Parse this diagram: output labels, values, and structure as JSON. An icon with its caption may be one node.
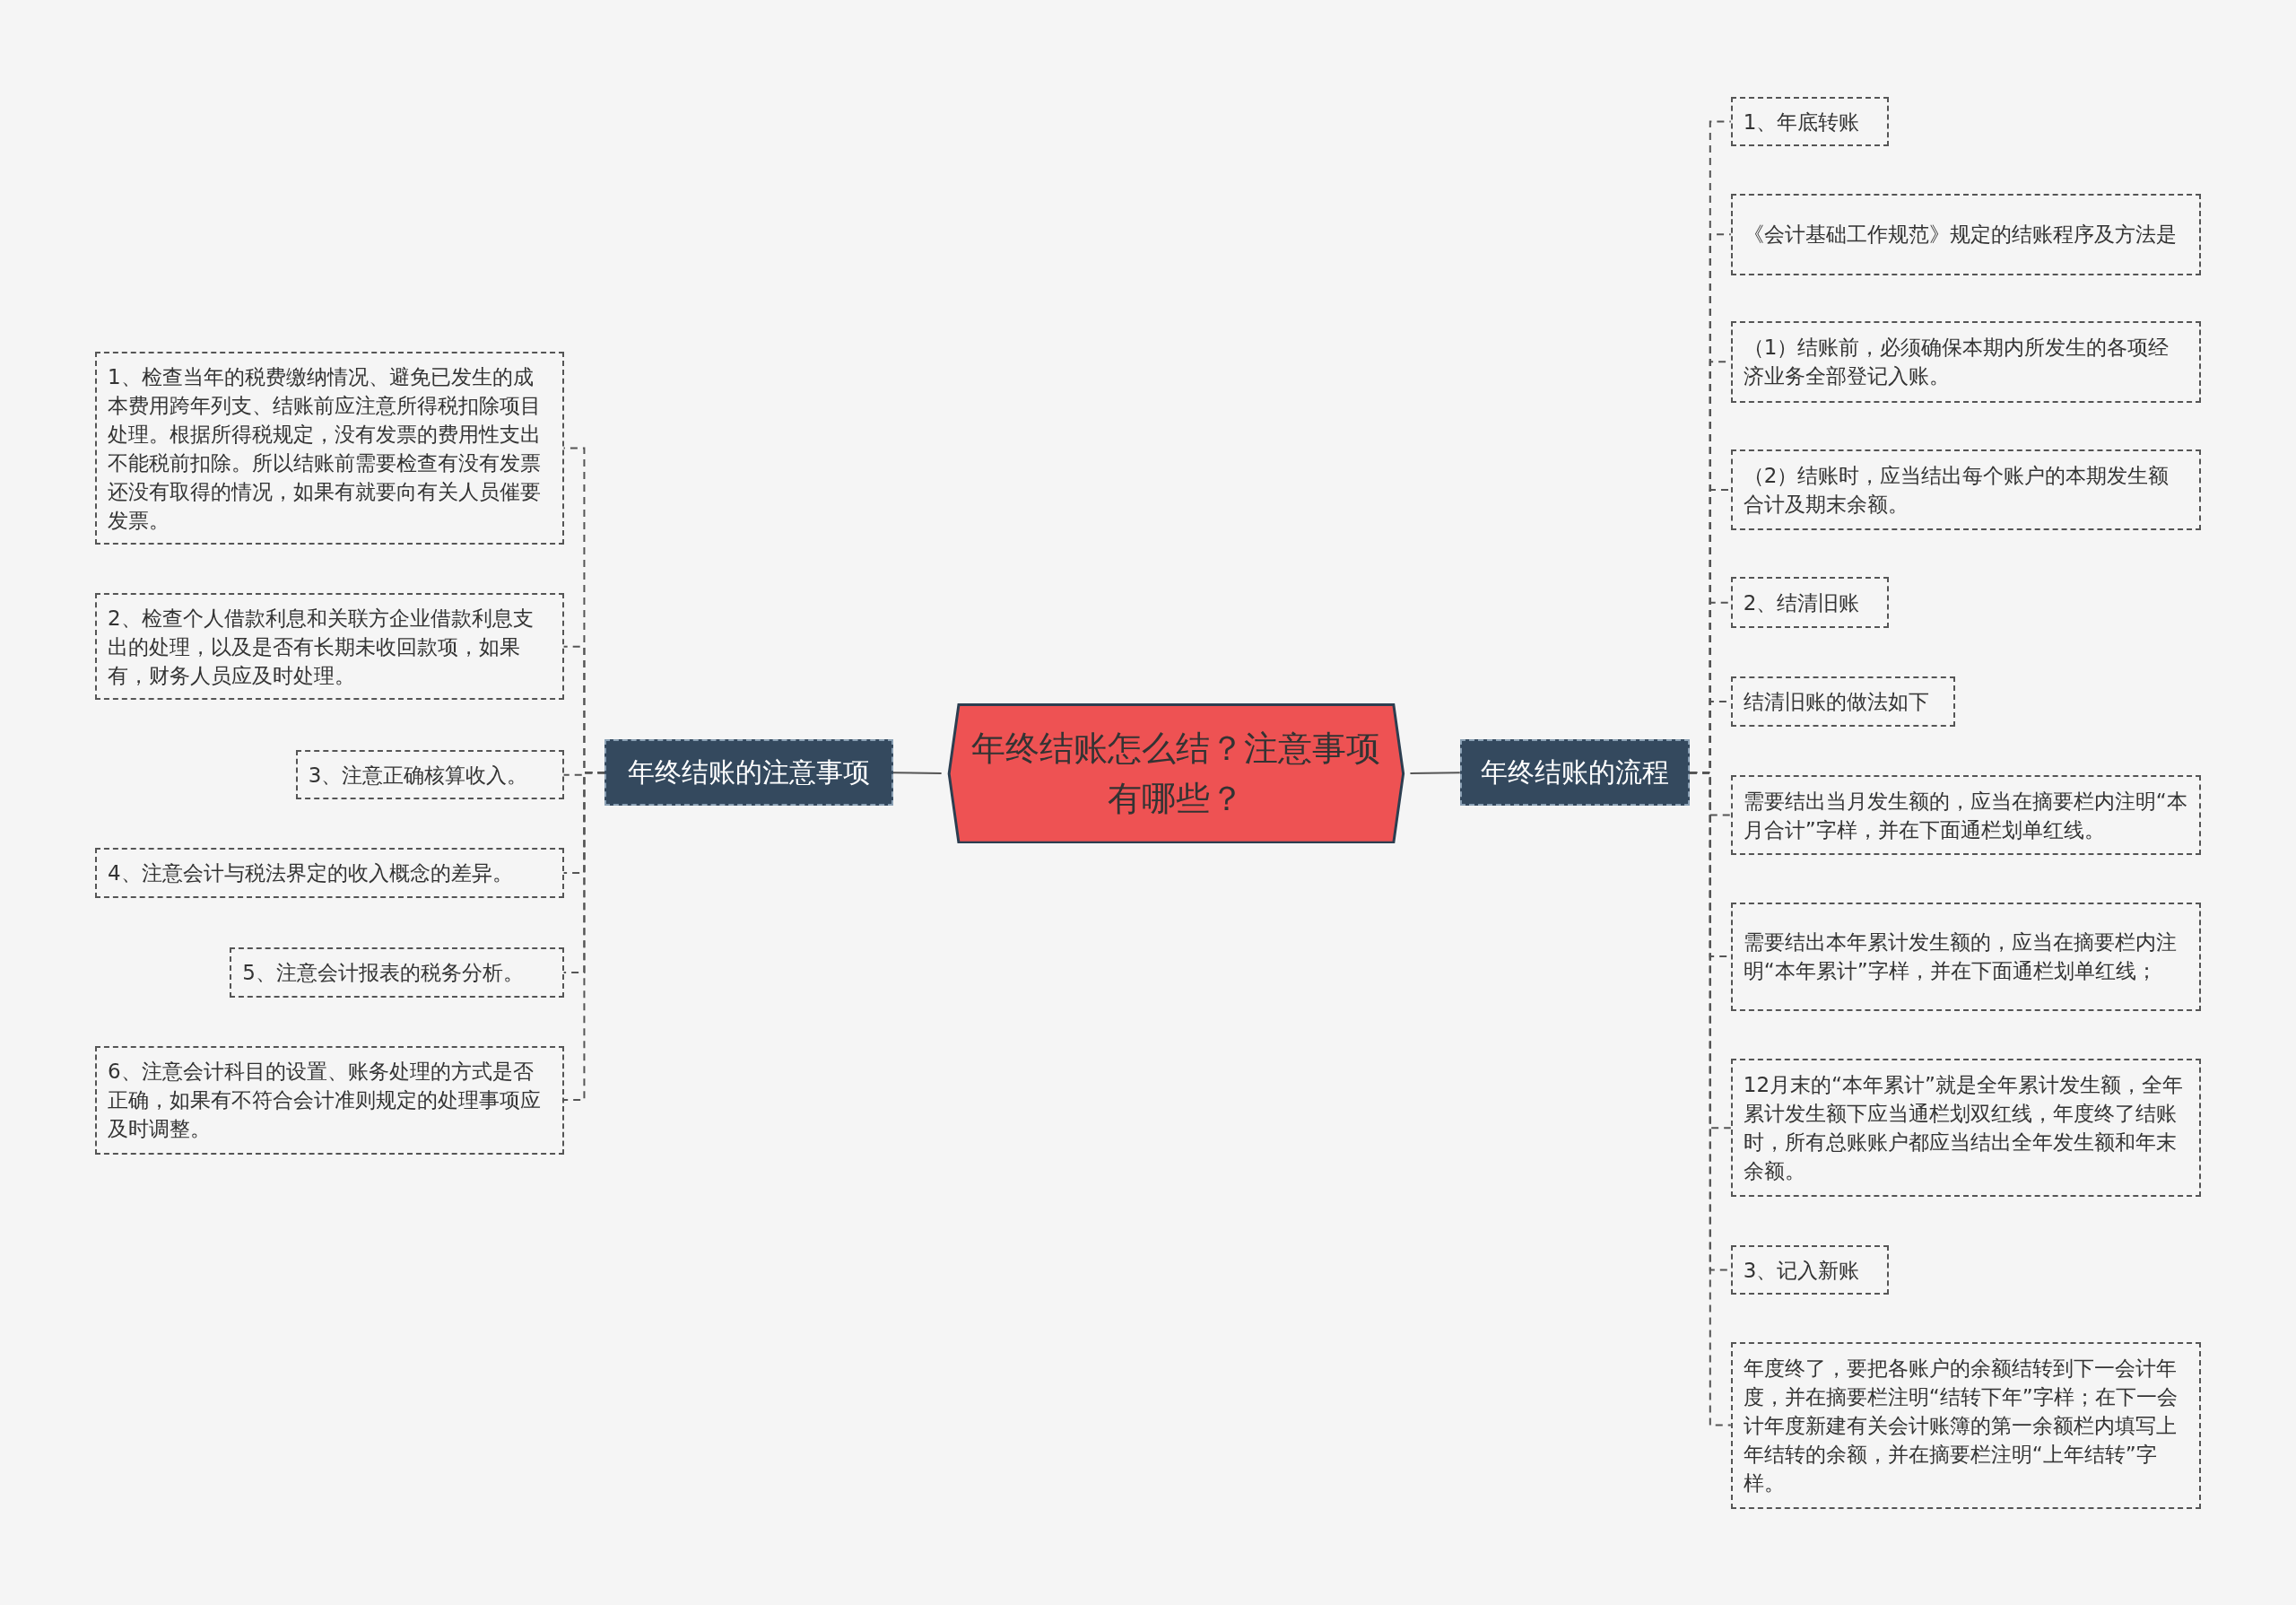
{
  "diagram": {
    "nodes": [
      {
        "text": [
          "年终结账怎么结？注意事项有哪些？"
        ]
      },
      {
        "text": [
          "年终结账的注意事项"
        ]
      },
      {
        "text": [
          "1、检查当年的税费缴纳情况、避免已发生的成本费用跨年列支、结账前应注意所得税扣除项目处理。根据所得税规定，没有发票的费用性支出不能税前扣除。所以结账前需要检查有没有发票还没有取得的情况，如果有就要向有关人员催要发票。"
        ]
      },
      {
        "text": [
          "2、检查个人借款利息和关联方企业借款利息支出的处理，以及是否有长期未收回款项，如果有，财务人员应及时处理。"
        ]
      },
      {
        "text": [
          "3、注意正确核算收入。"
        ]
      },
      {
        "text": [
          "4、注意会计与税法界定的收入概念的差异。"
        ]
      },
      {
        "text": [
          "5、注意会计报表的税务分析。"
        ]
      },
      {
        "text": [
          "6、注意会计科目的设置、账务处理的方式是否正确，如果有不符合会计准则规定的处理事项应及时调整。"
        ]
      },
      {
        "text": [
          "年终结账的流程"
        ]
      },
      {
        "text": [
          "1、年底转账"
        ]
      },
      {
        "text": [
          "《会计基础工作规范》规定的结账程序及方法是"
        ]
      },
      {
        "text": [
          "（1）结账前，必须确保本期内所发生的各项经济业务全部登记入账。"
        ]
      },
      {
        "text": [
          "（2）结账时，应当结出每个账户的本期发生额合计及期末余额。"
        ]
      },
      {
        "text": [
          "2、结清旧账"
        ]
      },
      {
        "text": [
          "结清旧账的做法如下"
        ]
      },
      {
        "text": [
          "需要结出当月发生额的，应当在摘要栏内注明“本月合计”字样，并在下面通栏划单红线。"
        ]
      },
      {
        "text": [
          "需要结出本年累计发生额的，应当在摘要栏内注明“本年累计”字样，并在下面通栏划单红线；"
        ]
      },
      {
        "text": [
          "12月末的“本年累计”就是全年累计发生额，全年累计发生额下应当通栏划双红线，年度终了结账时，所有总账账户都应当结出全年发生额和年末余额。"
        ]
      },
      {
        "text": [
          "3、记入新账"
        ]
      },
      {
        "text": [
          "年度终了，要把各账户的余额结转到下一会计年度，并在摘要栏注明“结转下年”字样；在下一会计年度新建有关会计账簿的第一余额栏内填写上年结转的余额，并在摘要栏注明“上年结转”字样。"
        ]
      }
    ],
    "edges": [
      {
        "from": 0,
        "to": 1,
        "arrow": "none"
      },
      {
        "from": 0,
        "to": 8,
        "arrow": "none"
      },
      {
        "from": 1,
        "to": 2,
        "arrow": "none",
        "style": "dashed"
      },
      {
        "from": 1,
        "to": 3,
        "arrow": "none",
        "style": "dashed"
      },
      {
        "from": 1,
        "to": 4,
        "arrow": "none",
        "style": "dashed"
      },
      {
        "from": 1,
        "to": 5,
        "arrow": "none",
        "style": "dashed"
      },
      {
        "from": 1,
        "to": 6,
        "arrow": "none",
        "style": "dashed"
      },
      {
        "from": 1,
        "to": 7,
        "arrow": "none",
        "style": "dashed"
      },
      {
        "from": 8,
        "to": 9,
        "arrow": "none",
        "style": "dashed"
      },
      {
        "from": 8,
        "to": 10,
        "arrow": "none",
        "style": "dashed"
      },
      {
        "from": 8,
        "to": 11,
        "arrow": "none",
        "style": "dashed"
      },
      {
        "from": 8,
        "to": 12,
        "arrow": "none",
        "style": "dashed"
      },
      {
        "from": 8,
        "to": 13,
        "arrow": "none",
        "style": "dashed"
      },
      {
        "from": 8,
        "to": 14,
        "arrow": "none",
        "style": "dashed"
      },
      {
        "from": 8,
        "to": 15,
        "arrow": "none",
        "style": "dashed"
      },
      {
        "from": 8,
        "to": 16,
        "arrow": "none",
        "style": "dashed"
      },
      {
        "from": 8,
        "to": 17,
        "arrow": "none",
        "style": "dashed"
      },
      {
        "from": 8,
        "to": 18,
        "arrow": "none",
        "style": "dashed"
      },
      {
        "from": 8,
        "to": 19,
        "arrow": "none",
        "style": "dashed"
      }
    ]
  }
}
